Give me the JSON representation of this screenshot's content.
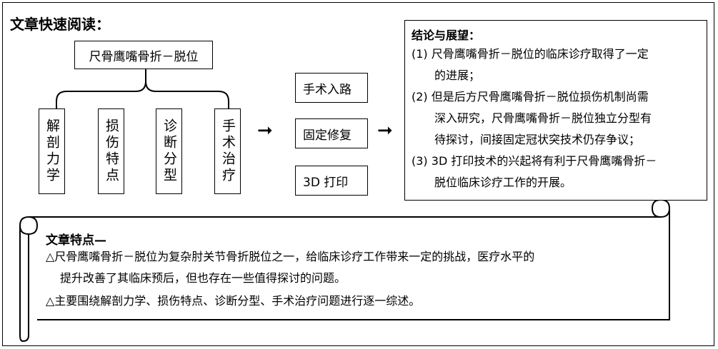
{
  "header": {
    "title": "文章快速阅读："
  },
  "topic": {
    "label": "尺骨鹰嘴骨折－脱位"
  },
  "aspects": [
    {
      "label": "解剖力学"
    },
    {
      "label": "损伤特点"
    },
    {
      "label": "诊断分型"
    },
    {
      "label": "手术治疗"
    }
  ],
  "arrows": {
    "right": "➞"
  },
  "methods": [
    {
      "label": "手术入路"
    },
    {
      "label": "固定修复"
    },
    {
      "label": "3D 打印"
    }
  ],
  "conclusion": {
    "title": "结论与展望：",
    "items": [
      {
        "num": "(1)",
        "line1": "尺骨鹰嘴骨折－脱位的临床诊疗取得了一定",
        "line2": "的进展；"
      },
      {
        "num": "(2)",
        "line1": "但是后方尺骨鹰嘴骨折－脱位损伤机制尚需",
        "line2": "深入研究，尺骨鹰嘴骨折－脱位独立分型有",
        "line3": "待探讨，间接固定冠状突技术仍存争议；"
      },
      {
        "num": "(3)",
        "line1": "3D 打印技术的兴起将有利于尺骨鹰嘴骨折－",
        "line2": "脱位临床诊疗工作的开展。"
      }
    ]
  },
  "features": {
    "title": "文章特点—",
    "items": [
      {
        "line1": "△尺骨鹰嘴骨折－脱位为复杂肘关节骨折脱位之一，给临床诊疗工作带来一定的挑战，医疗水平的",
        "line2": "提升改善了其临床预后，但也存在一些值得探讨的问题。"
      },
      {
        "line1": "△主要围绕解剖力学、损伤特点、诊断分型、手术治疗问题进行逐一综述。"
      }
    ]
  }
}
